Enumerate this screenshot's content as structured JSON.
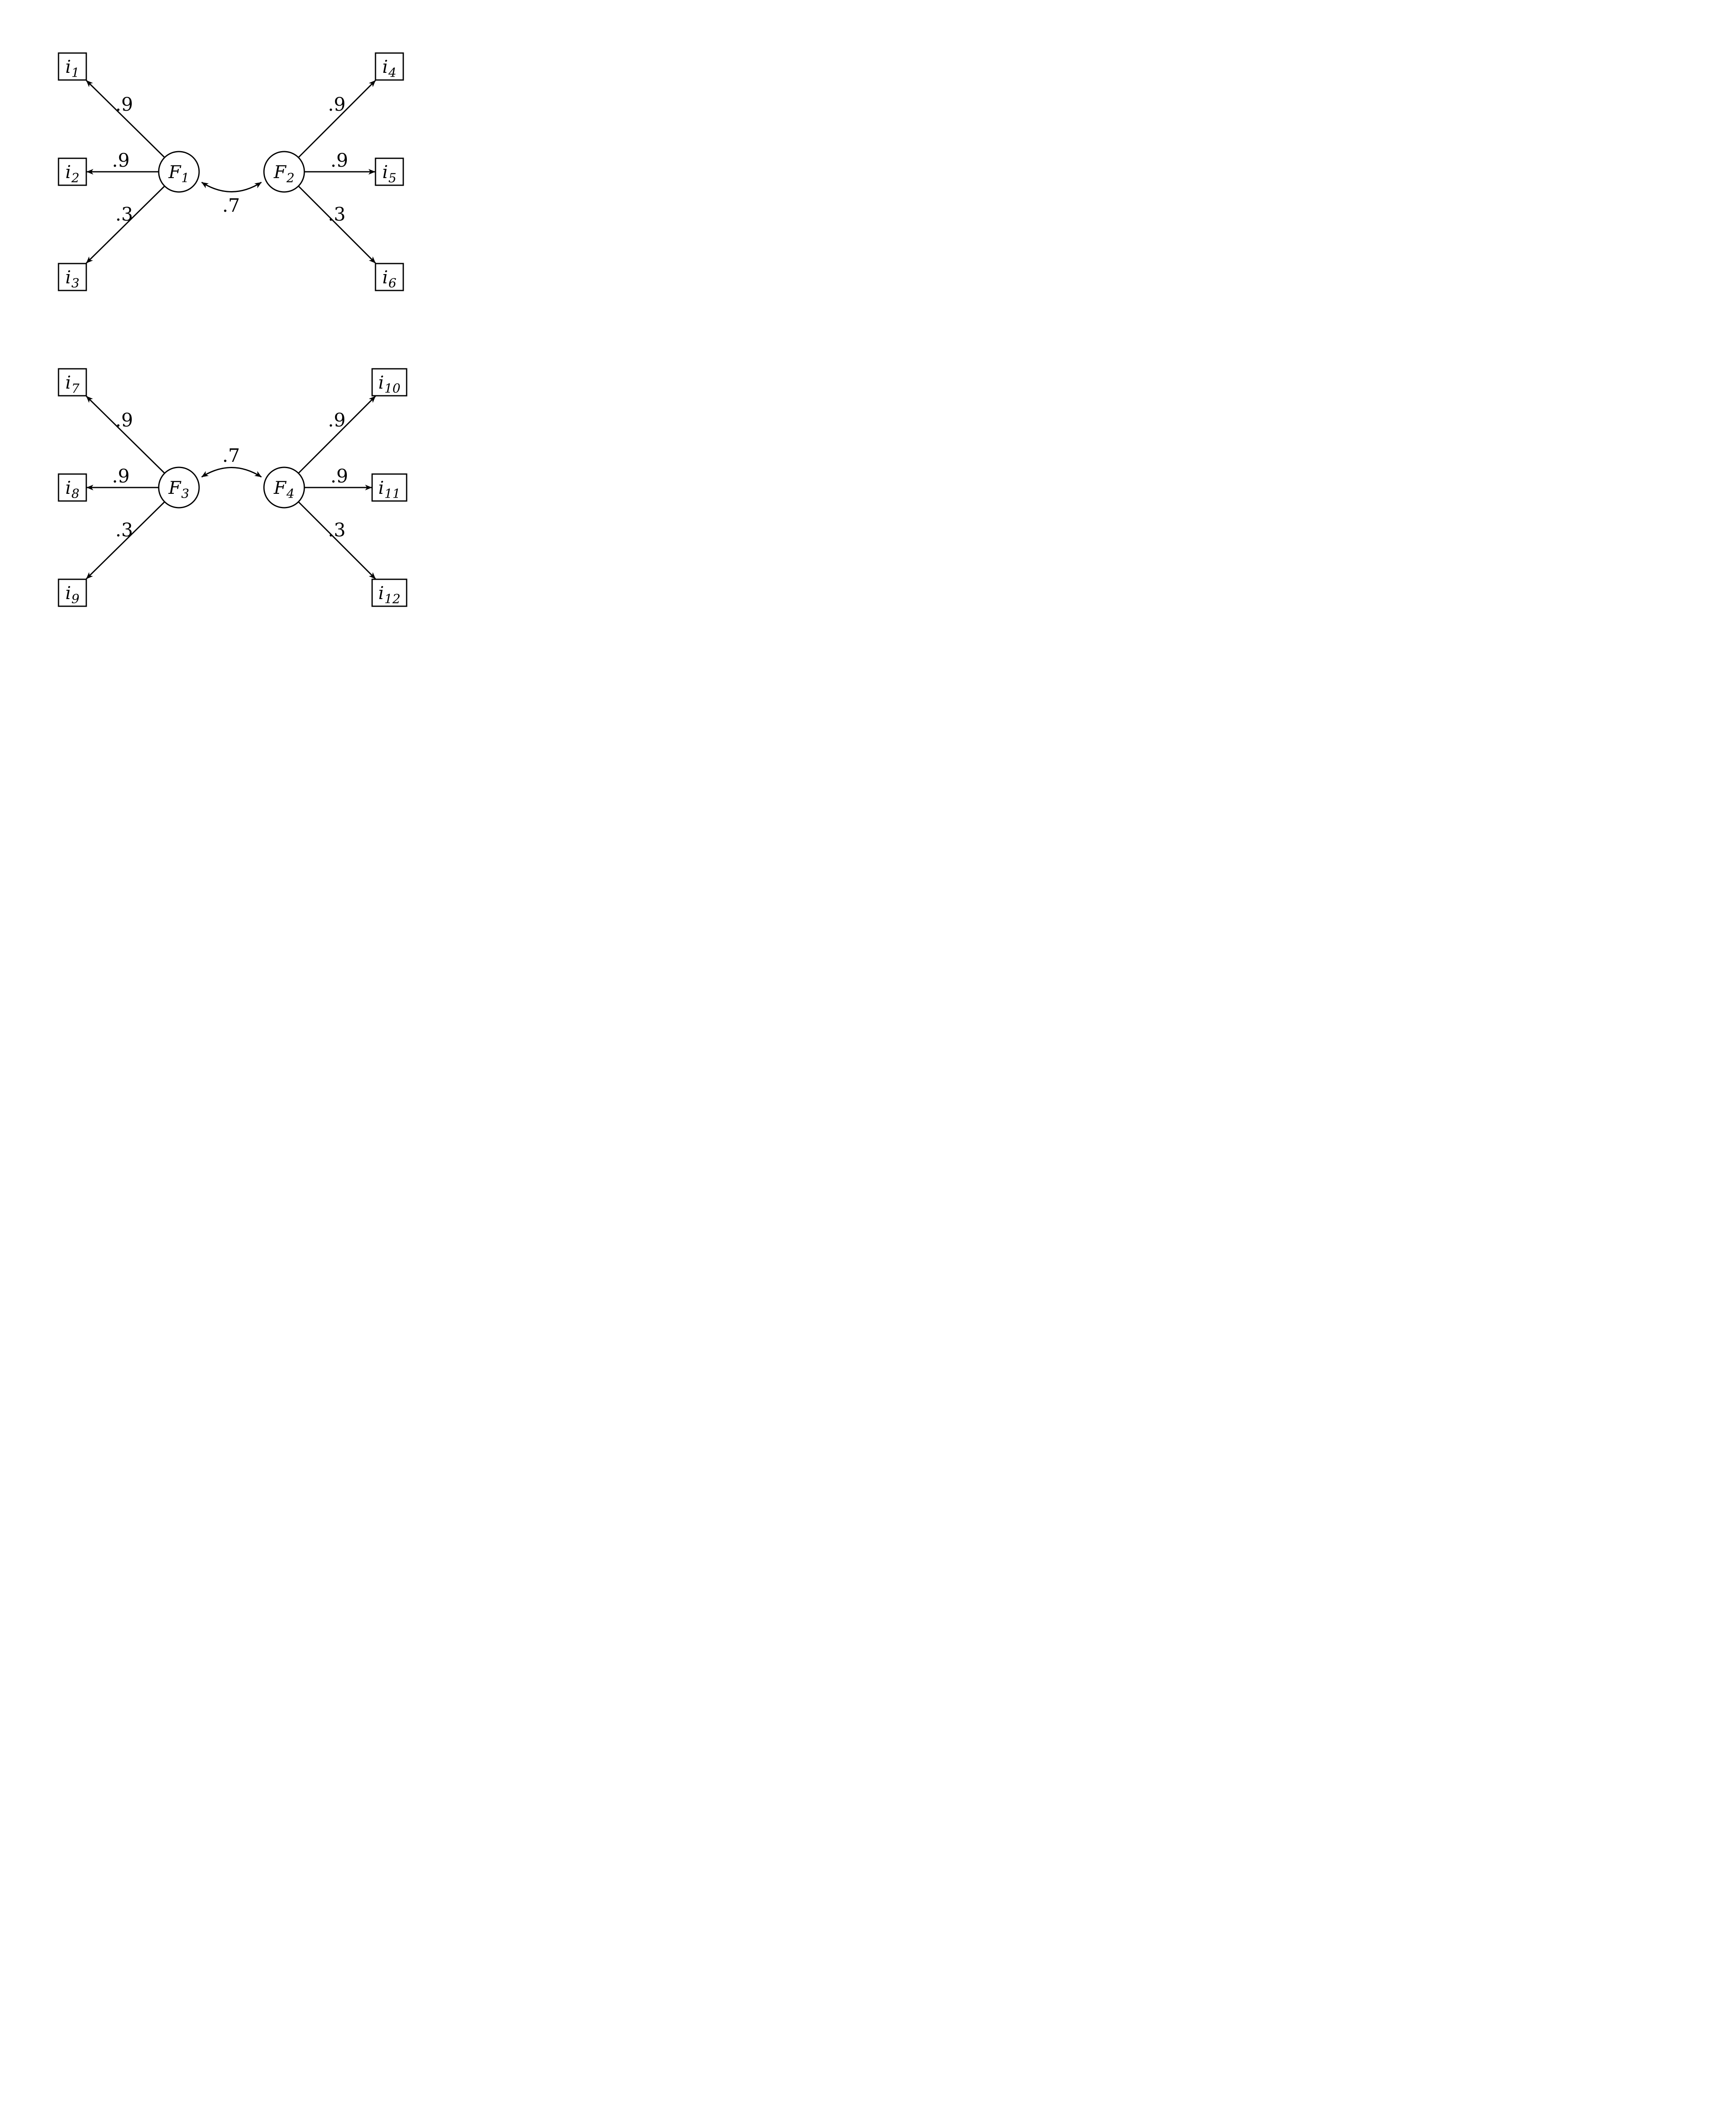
{
  "figure": {
    "colors": {
      "stroke": "#000000",
      "background": "#ffffff",
      "text": "#000000"
    }
  },
  "panels": [
    {
      "id": "top",
      "correlation": ".7",
      "left": {
        "factor": {
          "base": "F",
          "sub": "1"
        },
        "indicators": [
          {
            "base": "i",
            "sub": "1",
            "loading": ".9"
          },
          {
            "base": "i",
            "sub": "2",
            "loading": ".9"
          },
          {
            "base": "i",
            "sub": "3",
            "loading": ".3"
          }
        ]
      },
      "right": {
        "factor": {
          "base": "F",
          "sub": "2"
        },
        "indicators": [
          {
            "base": "i",
            "sub": "4",
            "loading": ".9"
          },
          {
            "base": "i",
            "sub": "5",
            "loading": ".9"
          },
          {
            "base": "i",
            "sub": "6",
            "loading": ".3"
          }
        ]
      }
    },
    {
      "id": "bottom",
      "correlation": ".7",
      "left": {
        "factor": {
          "base": "F",
          "sub": "3"
        },
        "indicators": [
          {
            "base": "i",
            "sub": "7",
            "loading": ".9"
          },
          {
            "base": "i",
            "sub": "8",
            "loading": ".9"
          },
          {
            "base": "i",
            "sub": "9",
            "loading": ".3"
          }
        ]
      },
      "right": {
        "factor": {
          "base": "F",
          "sub": "4"
        },
        "indicators": [
          {
            "base": "i",
            "sub": "10",
            "loading": ".9"
          },
          {
            "base": "i",
            "sub": "11",
            "loading": ".9"
          },
          {
            "base": "i",
            "sub": "12",
            "loading": ".3"
          }
        ]
      }
    }
  ]
}
